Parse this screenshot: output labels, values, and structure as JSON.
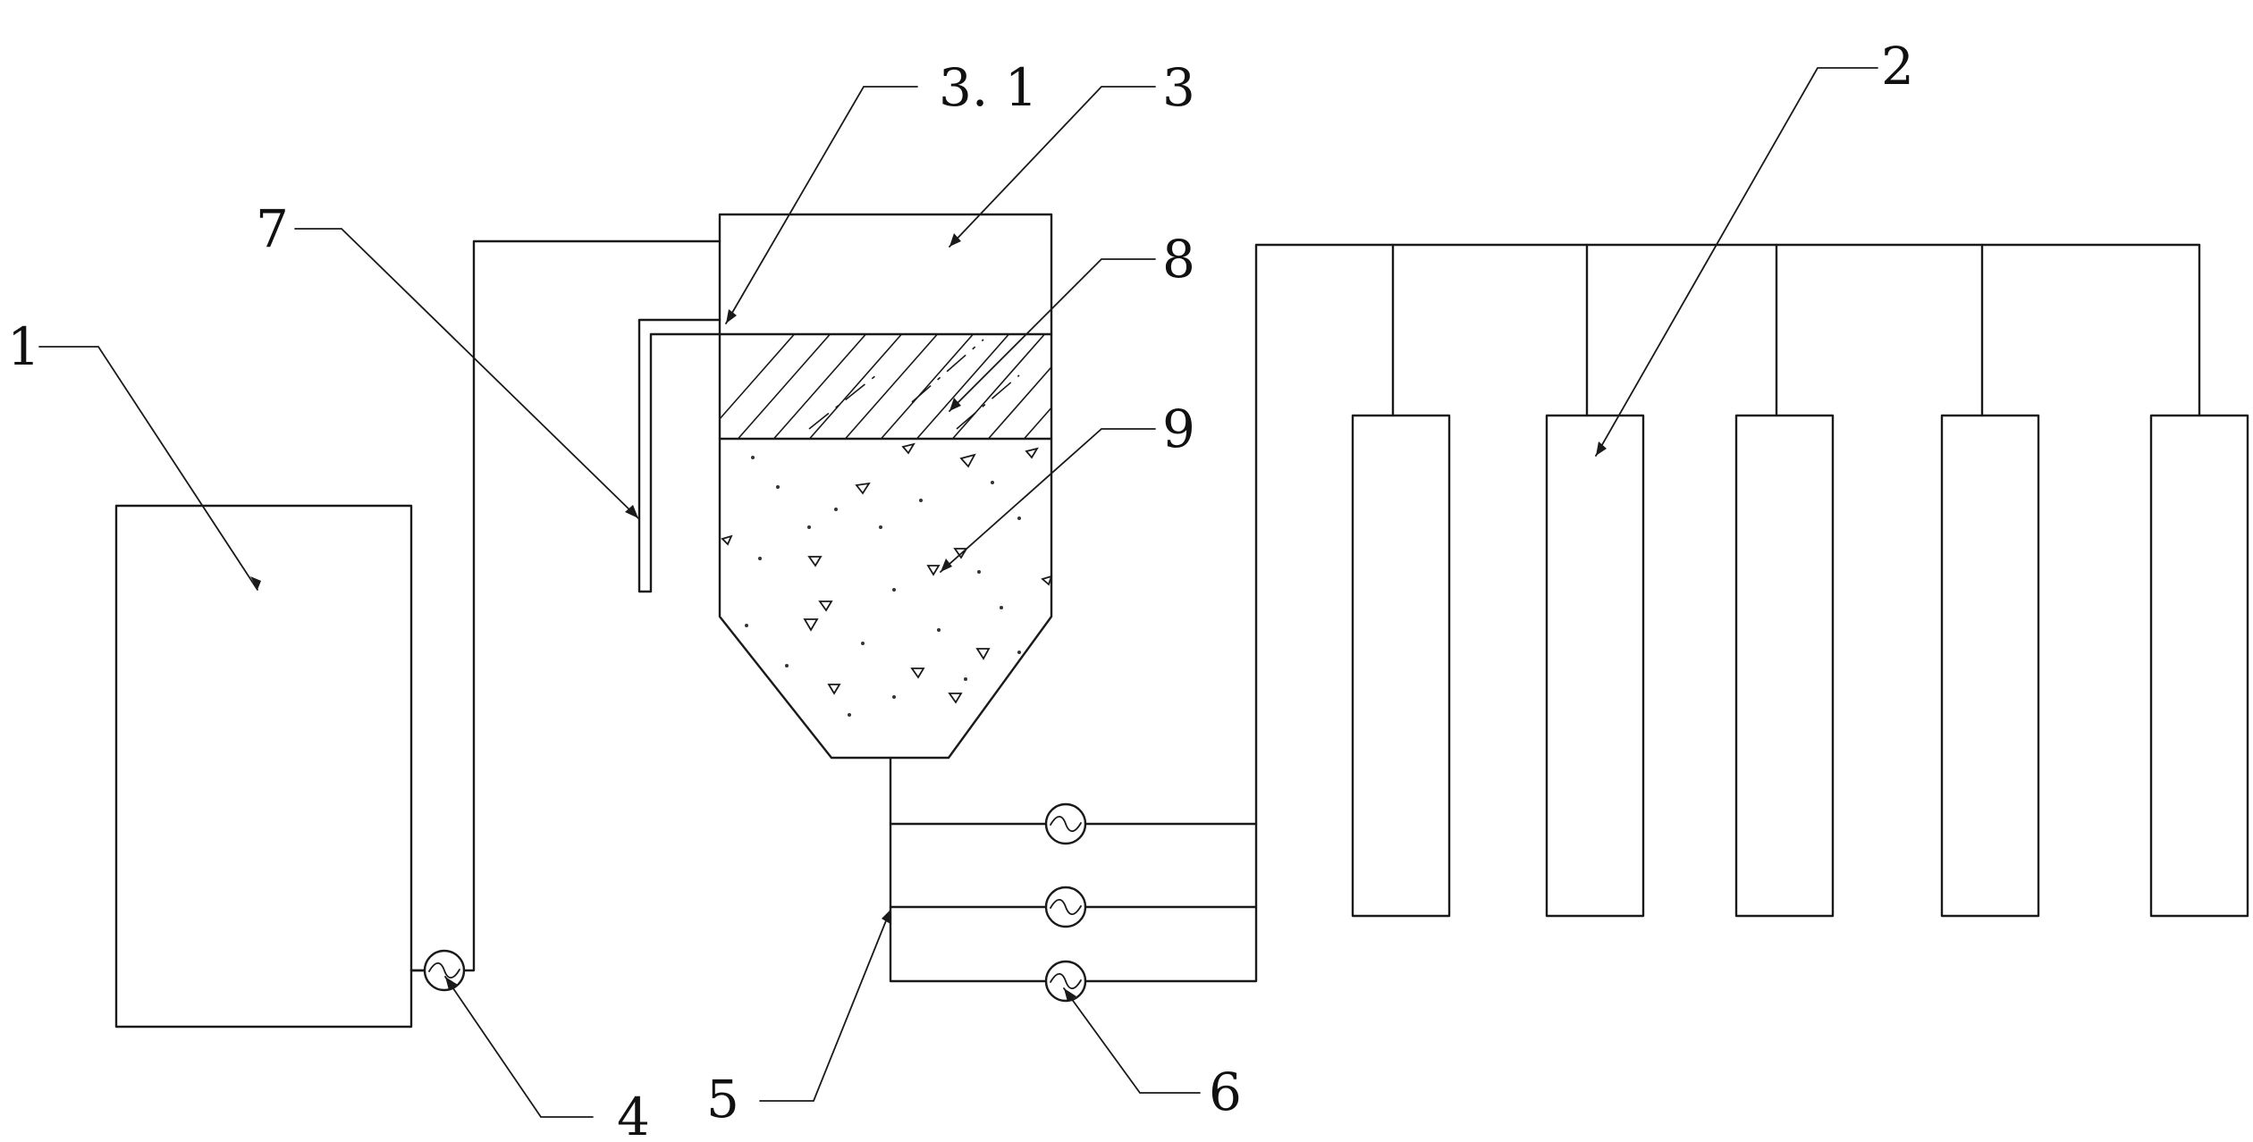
{
  "labels": {
    "l1": "1",
    "l2": "2",
    "l3": "3",
    "l3_1": "3. 1",
    "l4": "4",
    "l5": "5",
    "l6": "6",
    "l7": "7",
    "l8": "8",
    "l9": "9"
  }
}
